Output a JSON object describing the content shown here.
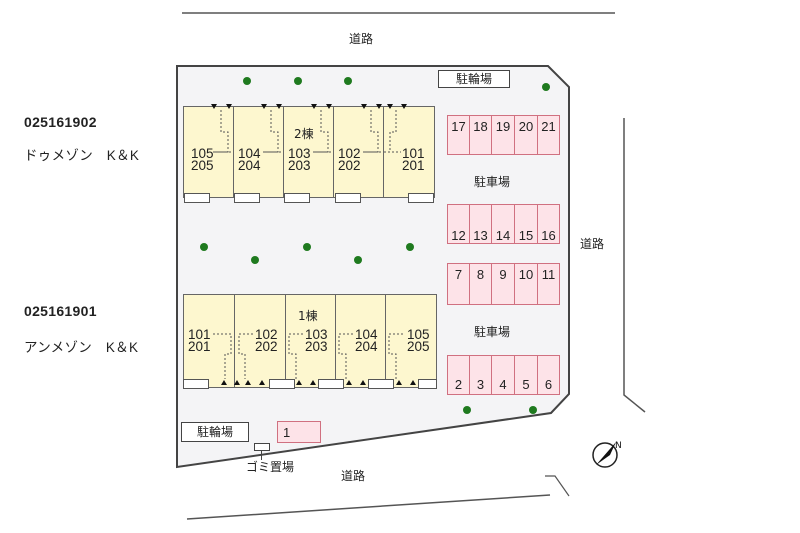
{
  "roads": {
    "top": "道路",
    "right": "道路",
    "bottom": "道路"
  },
  "properties": [
    {
      "code": "025161902",
      "name": "ドゥメゾン　K＆K"
    },
    {
      "code": "025161901",
      "name": "アンメゾン　K＆K"
    }
  ],
  "building2": {
    "name": "2棟",
    "units": [
      {
        "lower": "105",
        "upper": "205"
      },
      {
        "lower": "104",
        "upper": "204"
      },
      {
        "lower": "103",
        "upper": "203"
      },
      {
        "lower": "102",
        "upper": "202"
      },
      {
        "lower": "101",
        "upper": "201"
      }
    ]
  },
  "building1": {
    "name": "1棟",
    "units": [
      {
        "lower": "101",
        "upper": "201"
      },
      {
        "lower": "102",
        "upper": "202"
      },
      {
        "lower": "103",
        "upper": "203"
      },
      {
        "lower": "104",
        "upper": "204"
      },
      {
        "lower": "105",
        "upper": "205"
      }
    ]
  },
  "bicycle_parking": [
    "駐輪場",
    "駐輪場"
  ],
  "car_parking_labels": [
    "駐車場",
    "駐車場"
  ],
  "parking_rows": {
    "row_top": [
      "17",
      "18",
      "19",
      "20",
      "21"
    ],
    "row_upper_mid": [
      "12",
      "13",
      "14",
      "15",
      "16"
    ],
    "row_lower_mid": [
      "7",
      "8",
      "9",
      "10",
      "11"
    ],
    "row_bottom": [
      "2",
      "3",
      "4",
      "5",
      "6"
    ],
    "single": "1"
  },
  "garbage": "ゴミ置場",
  "compass": {
    "label": "N",
    "icon": "north-arrow-icon"
  },
  "colors": {
    "lot_fill": "#f4f4f6",
    "unit_fill": "#fdf7cf",
    "parking_fill": "#fde3e8",
    "parking_border": "#d07080",
    "tree": "#1f7a1f"
  }
}
